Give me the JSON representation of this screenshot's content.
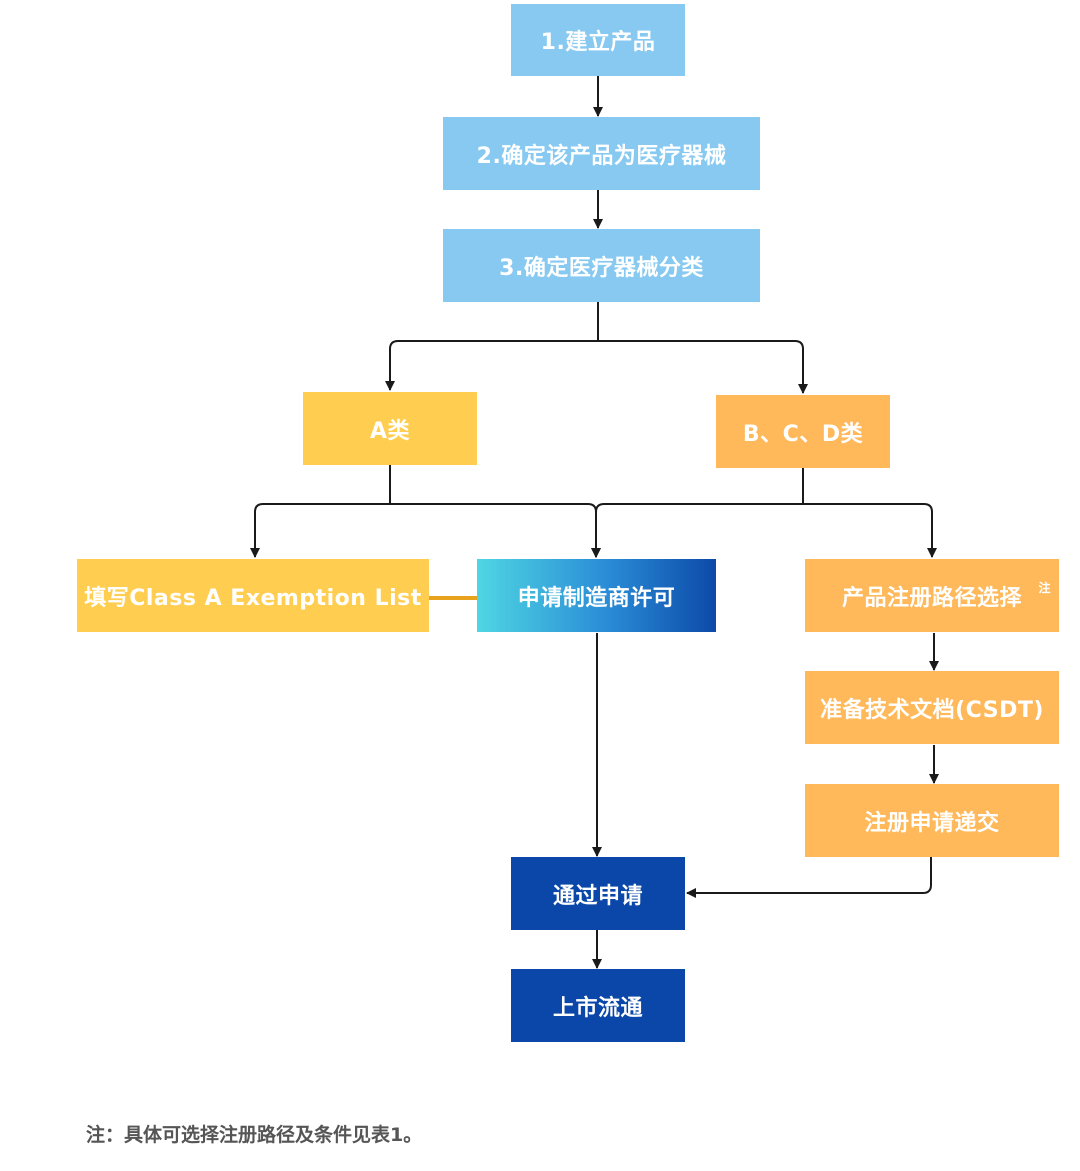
{
  "diagram": {
    "steps": {
      "create_product": "1.建立产品",
      "confirm_medical_device": "2.确定该产品为医疗器械",
      "confirm_classification": "3.确定医疗器械分类"
    },
    "branches": {
      "class_a": "A类",
      "class_bcd": "B、C、D类"
    },
    "actions": {
      "class_a_exemption": "填写Class A Exemption List",
      "manufacturer_license": "申请制造商许可",
      "registration_route": "产品注册路径选择",
      "registration_route_note_mark": "注",
      "prepare_csdt": "准备技术文档(CSDT)",
      "submit_registration": "注册申请递交"
    },
    "results": {
      "approved": "通过申请",
      "market": "上市流通"
    },
    "footnote": "注：具体可选择注册路径及条件见表1。"
  },
  "colors": {
    "step_blue": "#87c9f0",
    "class_a_yellow": "#ffcd4f",
    "class_bcd_orange": "#ffb95a",
    "result_navy": "#0a47a8",
    "connector": "#1a1a1a",
    "link_orange": "#e8a21c"
  }
}
